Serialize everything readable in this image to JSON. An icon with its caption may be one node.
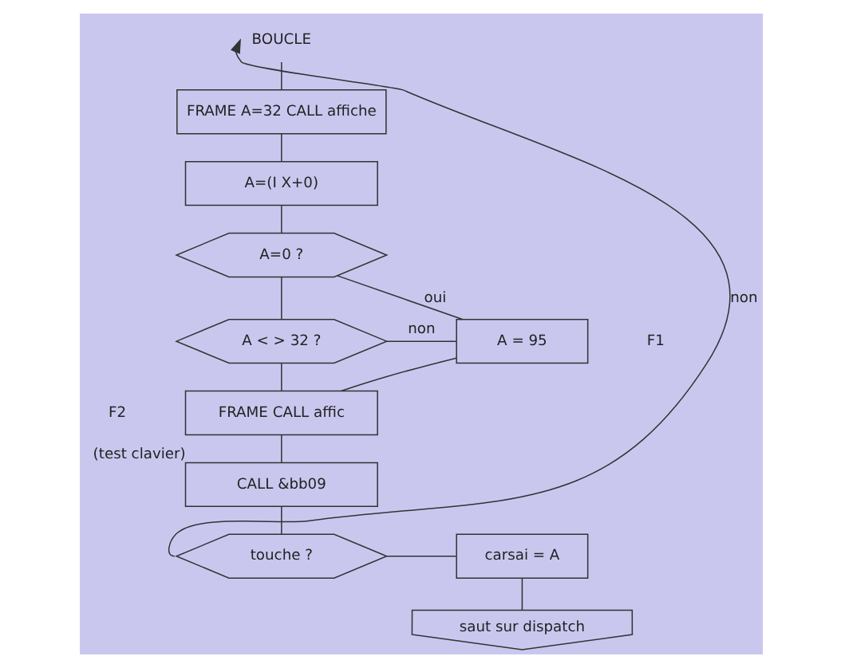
{
  "diagram": {
    "nodes": [
      {
        "text": [
          "BOUCLE"
        ]
      },
      {
        "text": [
          "FRAME A=32 CALL affiche"
        ]
      },
      {
        "text": [
          "A=(I X+0)"
        ]
      },
      {
        "text": [
          "A=0 ?"
        ]
      },
      {
        "text": [
          "A < > 32 ?"
        ]
      },
      {
        "text": [
          "A = 95"
        ]
      },
      {
        "text": [
          "FRAME CALL affic"
        ]
      },
      {
        "text": [
          "CALL &bb09"
        ],
        "beside": [
          "(test clavier)"
        ]
      },
      {
        "text": [
          "touche ?"
        ]
      },
      {
        "text": [
          "carsai = A"
        ]
      },
      {
        "text": [
          "saut sur dispatch"
        ]
      }
    ],
    "edges": [
      {
        "from": 8,
        "to": 0,
        "arrow": "to",
        "label": "non"
      },
      {
        "from": 0,
        "to": 1,
        "arrow": "none"
      },
      {
        "from": 1,
        "to": 2,
        "arrow": "none"
      },
      {
        "from": 2,
        "to": 3,
        "arrow": "none"
      },
      {
        "from": 3,
        "to": 4,
        "arrow": "none"
      },
      {
        "from": 3,
        "to": 5,
        "arrow": "none",
        "label": "oui"
      },
      {
        "from": 4,
        "to": 5,
        "arrow": "none",
        "label": "non"
      },
      {
        "from": 4,
        "to": 6,
        "arrow": "none"
      },
      {
        "from": 5,
        "to": 6,
        "arrow": "none"
      },
      {
        "from": 6,
        "to": 7,
        "arrow": "none"
      },
      {
        "from": 7,
        "to": 8,
        "arrow": "none"
      },
      {
        "from": 8,
        "to": 9,
        "arrow": "none"
      },
      {
        "from": 9,
        "to": 10,
        "arrow": "none"
      }
    ],
    "labels": [
      "F1",
      "F2"
    ]
  }
}
